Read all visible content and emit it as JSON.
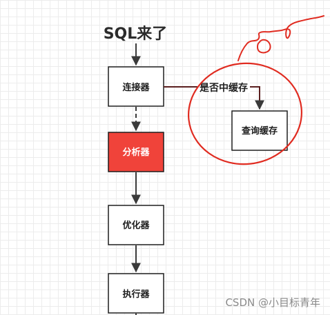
{
  "title": "SQL来了",
  "nodes": {
    "connector": "连接器",
    "analyzer": "分析器",
    "optimizer": "优化器",
    "executor": "执行器",
    "query_cache": "查询缓存"
  },
  "edge_labels": {
    "cache_hit": "是否中缓存"
  },
  "watermark": "CSDN @小目标青年",
  "colors": {
    "analyzer_fill": "#f0433a",
    "annotation_red": "#e02b20",
    "node_border": "#1e1e1e",
    "node_fill": "#ffffff",
    "edge_line": "#3a3a3a",
    "connector_cache_line": "#5a1e1e"
  }
}
